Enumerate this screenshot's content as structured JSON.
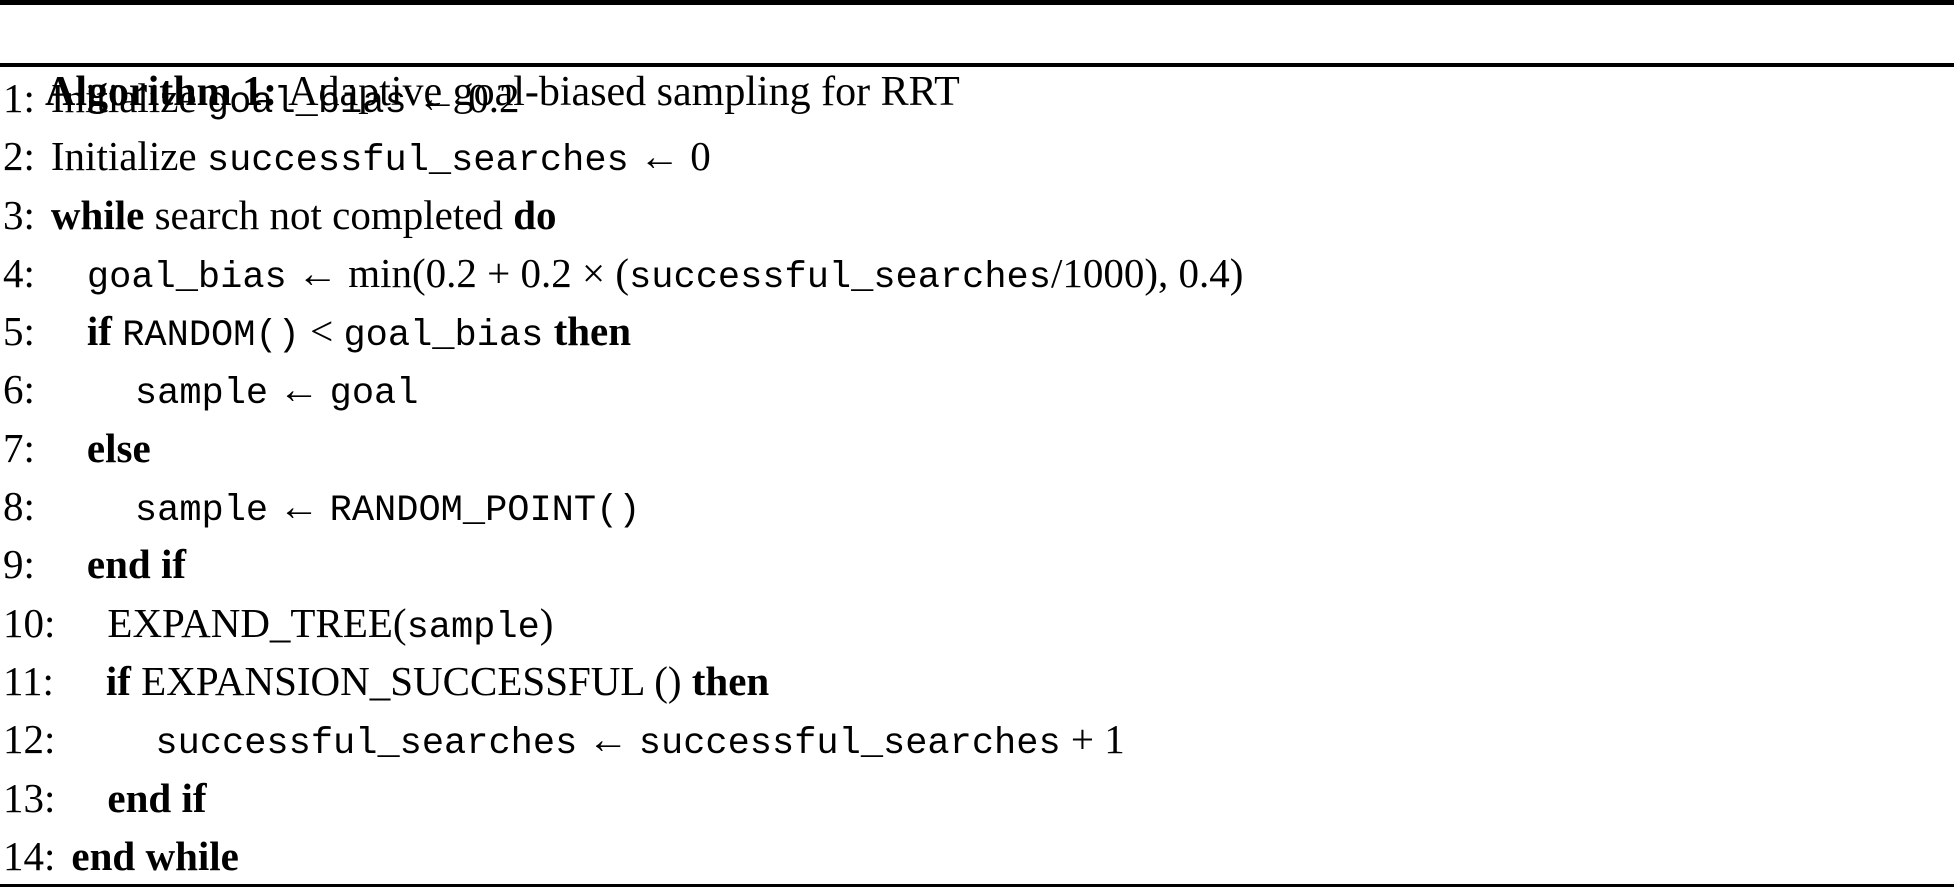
{
  "header": {
    "label": "Algorithm 1:",
    "title": "Adaptive goal-biased sampling for RRT"
  },
  "colors": {
    "text": "#000000",
    "background": "#ffffff",
    "rule": "#000000"
  },
  "lines": [
    {
      "number": "1:",
      "indent": 0,
      "segments": [
        {
          "style": "rm",
          "text": "Initialize "
        },
        {
          "style": "tt",
          "text": "goal_bias"
        },
        {
          "style": "rm",
          "text": " ← 0.2"
        }
      ]
    },
    {
      "number": "2:",
      "indent": 0,
      "segments": [
        {
          "style": "rm",
          "text": "Initialize "
        },
        {
          "style": "tt",
          "text": "successful_searches"
        },
        {
          "style": "rm",
          "text": " ← 0"
        }
      ]
    },
    {
      "number": "3:",
      "indent": 0,
      "segments": [
        {
          "style": "bf",
          "text": "while"
        },
        {
          "style": "rm",
          "text": " search not completed "
        },
        {
          "style": "bf",
          "text": "do"
        }
      ]
    },
    {
      "number": "4:",
      "indent": 1,
      "segments": [
        {
          "style": "tt",
          "text": "goal_bias"
        },
        {
          "style": "rm",
          "text": " ← min(0.2 + 0.2 × ("
        },
        {
          "style": "tt",
          "text": "successful_searches"
        },
        {
          "style": "rm",
          "text": "/1000), 0.4)"
        }
      ]
    },
    {
      "number": "5:",
      "indent": 1,
      "segments": [
        {
          "style": "bf",
          "text": "if"
        },
        {
          "style": "rm",
          "text": " "
        },
        {
          "style": "tt",
          "text": "RANDOM()"
        },
        {
          "style": "rm",
          "text": " < "
        },
        {
          "style": "tt",
          "text": "goal_bias"
        },
        {
          "style": "rm",
          "text": " "
        },
        {
          "style": "bf",
          "text": "then"
        }
      ]
    },
    {
      "number": "6:",
      "indent": 2,
      "segments": [
        {
          "style": "tt",
          "text": "sample"
        },
        {
          "style": "rm",
          "text": " ← "
        },
        {
          "style": "tt",
          "text": "goal"
        }
      ]
    },
    {
      "number": "7:",
      "indent": 1,
      "segments": [
        {
          "style": "bf",
          "text": "else"
        }
      ]
    },
    {
      "number": "8:",
      "indent": 2,
      "segments": [
        {
          "style": "tt",
          "text": "sample"
        },
        {
          "style": "rm",
          "text": " ← "
        },
        {
          "style": "tt",
          "text": "RANDOM_POINT()"
        }
      ]
    },
    {
      "number": "9:",
      "indent": 1,
      "segments": [
        {
          "style": "bf",
          "text": "end if"
        }
      ]
    },
    {
      "number": "10:",
      "indent": 1,
      "segments": [
        {
          "style": "sc",
          "text": "EXPAND_TREE"
        },
        {
          "style": "rm",
          "text": "("
        },
        {
          "style": "tt",
          "text": "sample"
        },
        {
          "style": "rm",
          "text": ")"
        }
      ]
    },
    {
      "number": "11:",
      "indent": 1,
      "segments": [
        {
          "style": "bf",
          "text": "if"
        },
        {
          "style": "rm",
          "text": " "
        },
        {
          "style": "sc",
          "text": "EXPANSION_SUCCESSFUL"
        },
        {
          "style": "rm",
          "text": " () "
        },
        {
          "style": "bf",
          "text": "then"
        }
      ]
    },
    {
      "number": "12:",
      "indent": 2,
      "segments": [
        {
          "style": "tt",
          "text": "successful_searches"
        },
        {
          "style": "rm",
          "text": " ← "
        },
        {
          "style": "tt",
          "text": "successful_searches"
        },
        {
          "style": "rm",
          "text": " + 1"
        }
      ]
    },
    {
      "number": "13:",
      "indent": 1,
      "segments": [
        {
          "style": "bf",
          "text": "end if"
        }
      ]
    },
    {
      "number": "14:",
      "indent": 0,
      "segments": [
        {
          "style": "bf",
          "text": "end while"
        }
      ]
    }
  ]
}
